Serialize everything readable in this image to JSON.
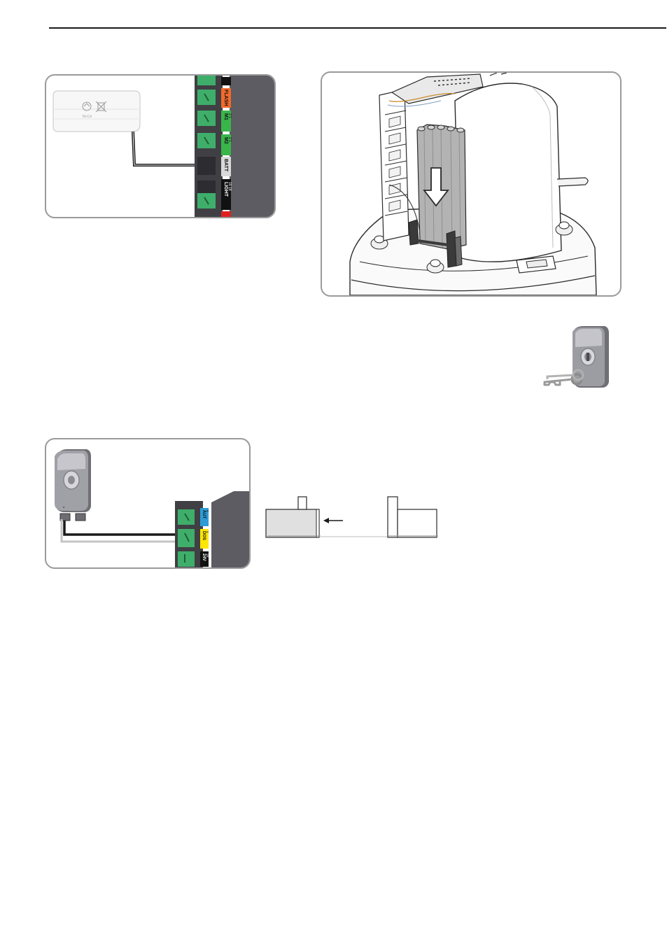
{
  "battery_panel": {
    "battery_cell_text": "Ni-Cd",
    "terminals": [
      "FLASH",
      "M1",
      "M2",
      "BATT",
      "LIGHT"
    ],
    "terminal_sublabels": [
      "",
      "2  1",
      "2  1",
      "",
      "19 18"
    ],
    "colors": {
      "flash": "#f26a2a",
      "motor": "#39b54a",
      "batt": "#d9d9d9",
      "light": "#111111",
      "housing": "#5c5c62"
    }
  },
  "keyswitch_panel": {
    "terminals": [
      "AUT",
      "DOS",
      "24V"
    ],
    "terminal_sublabels": [
      "8",
      "9",
      "10"
    ],
    "colors": {
      "aut": "#2e9bd6",
      "dos": "#ffe600",
      "v24": "#111111"
    }
  }
}
